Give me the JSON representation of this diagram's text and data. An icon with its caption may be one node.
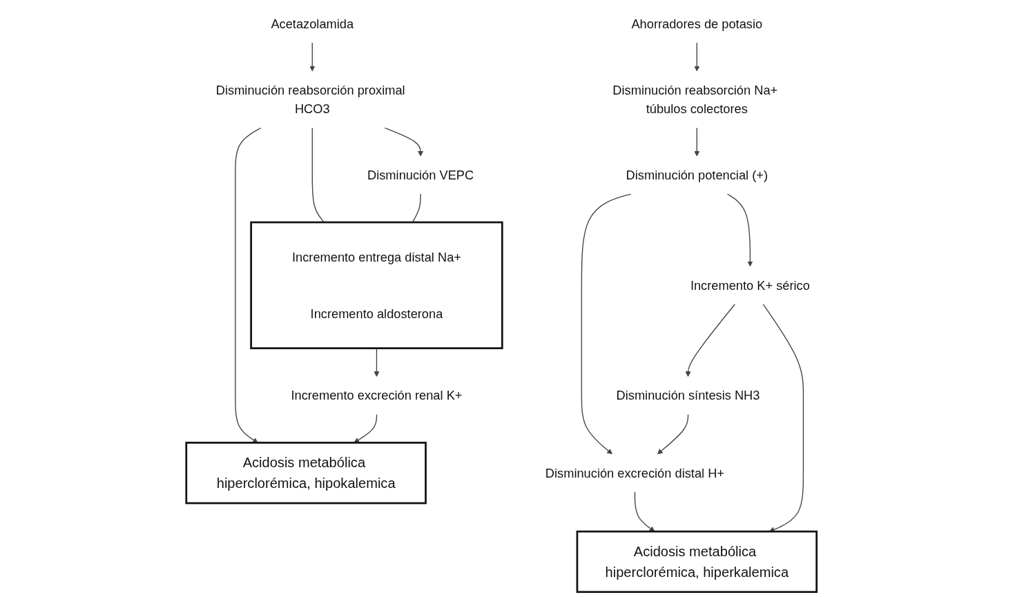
{
  "diagram": {
    "nodes": [
      {
        "text": [
          "Acetazolamida"
        ]
      },
      {
        "text": [
          "Disminución reabsorción proximal HCO3"
        ]
      },
      {
        "text": [
          "Disminución VEPC"
        ]
      },
      {
        "text": [],
        "shape": "box"
      },
      {
        "text": [
          "Incremento entrega distal Na+"
        ],
        "in": 3
      },
      {
        "text": [
          "Incremento aldosterona"
        ],
        "in": 3
      },
      {
        "text": [
          "Incremento excreción renal K+"
        ]
      },
      {
        "text": [
          "Acidosis metabólica hiperclorémica, hipokalemica"
        ]
      },
      {
        "text": [
          "Ahorradores de potasio"
        ]
      },
      {
        "text": [
          "Disminución reabsorción Na+ túbulos colectores"
        ]
      },
      {
        "text": [
          "Disminución potencial (+)"
        ]
      },
      {
        "text": [
          "Incremento K+ sérico"
        ]
      },
      {
        "text": [
          "Disminución síntesis NH3"
        ]
      },
      {
        "text": [
          "Disminución excreción distal H+"
        ]
      },
      {
        "text": [
          "Acidosis metabólica hiperclorémica, hiperkalemica"
        ]
      }
    ],
    "edges": [
      {
        "from": 0,
        "to": 1,
        "arrow": "to"
      },
      {
        "from": 1,
        "to": 2,
        "arrow": "to"
      },
      {
        "from": 1,
        "to": 3,
        "arrow": "none"
      },
      {
        "from": 2,
        "to": 3,
        "arrow": "none"
      },
      {
        "from": 1,
        "to": 7,
        "arrow": "to"
      },
      {
        "from": 3,
        "to": 6,
        "arrow": "to"
      },
      {
        "from": 6,
        "to": 7,
        "arrow": "to"
      },
      {
        "from": 8,
        "to": 9,
        "arrow": "to"
      },
      {
        "from": 9,
        "to": 10,
        "arrow": "to"
      },
      {
        "from": 10,
        "to": 11,
        "arrow": "to"
      },
      {
        "from": 11,
        "to": 12,
        "arrow": "to"
      },
      {
        "from": 10,
        "to": 13,
        "arrow": "to"
      },
      {
        "from": 12,
        "to": 13,
        "arrow": "to"
      },
      {
        "from": 13,
        "to": 14,
        "arrow": "to"
      },
      {
        "from": 11,
        "to": 14,
        "arrow": "to"
      }
    ]
  }
}
